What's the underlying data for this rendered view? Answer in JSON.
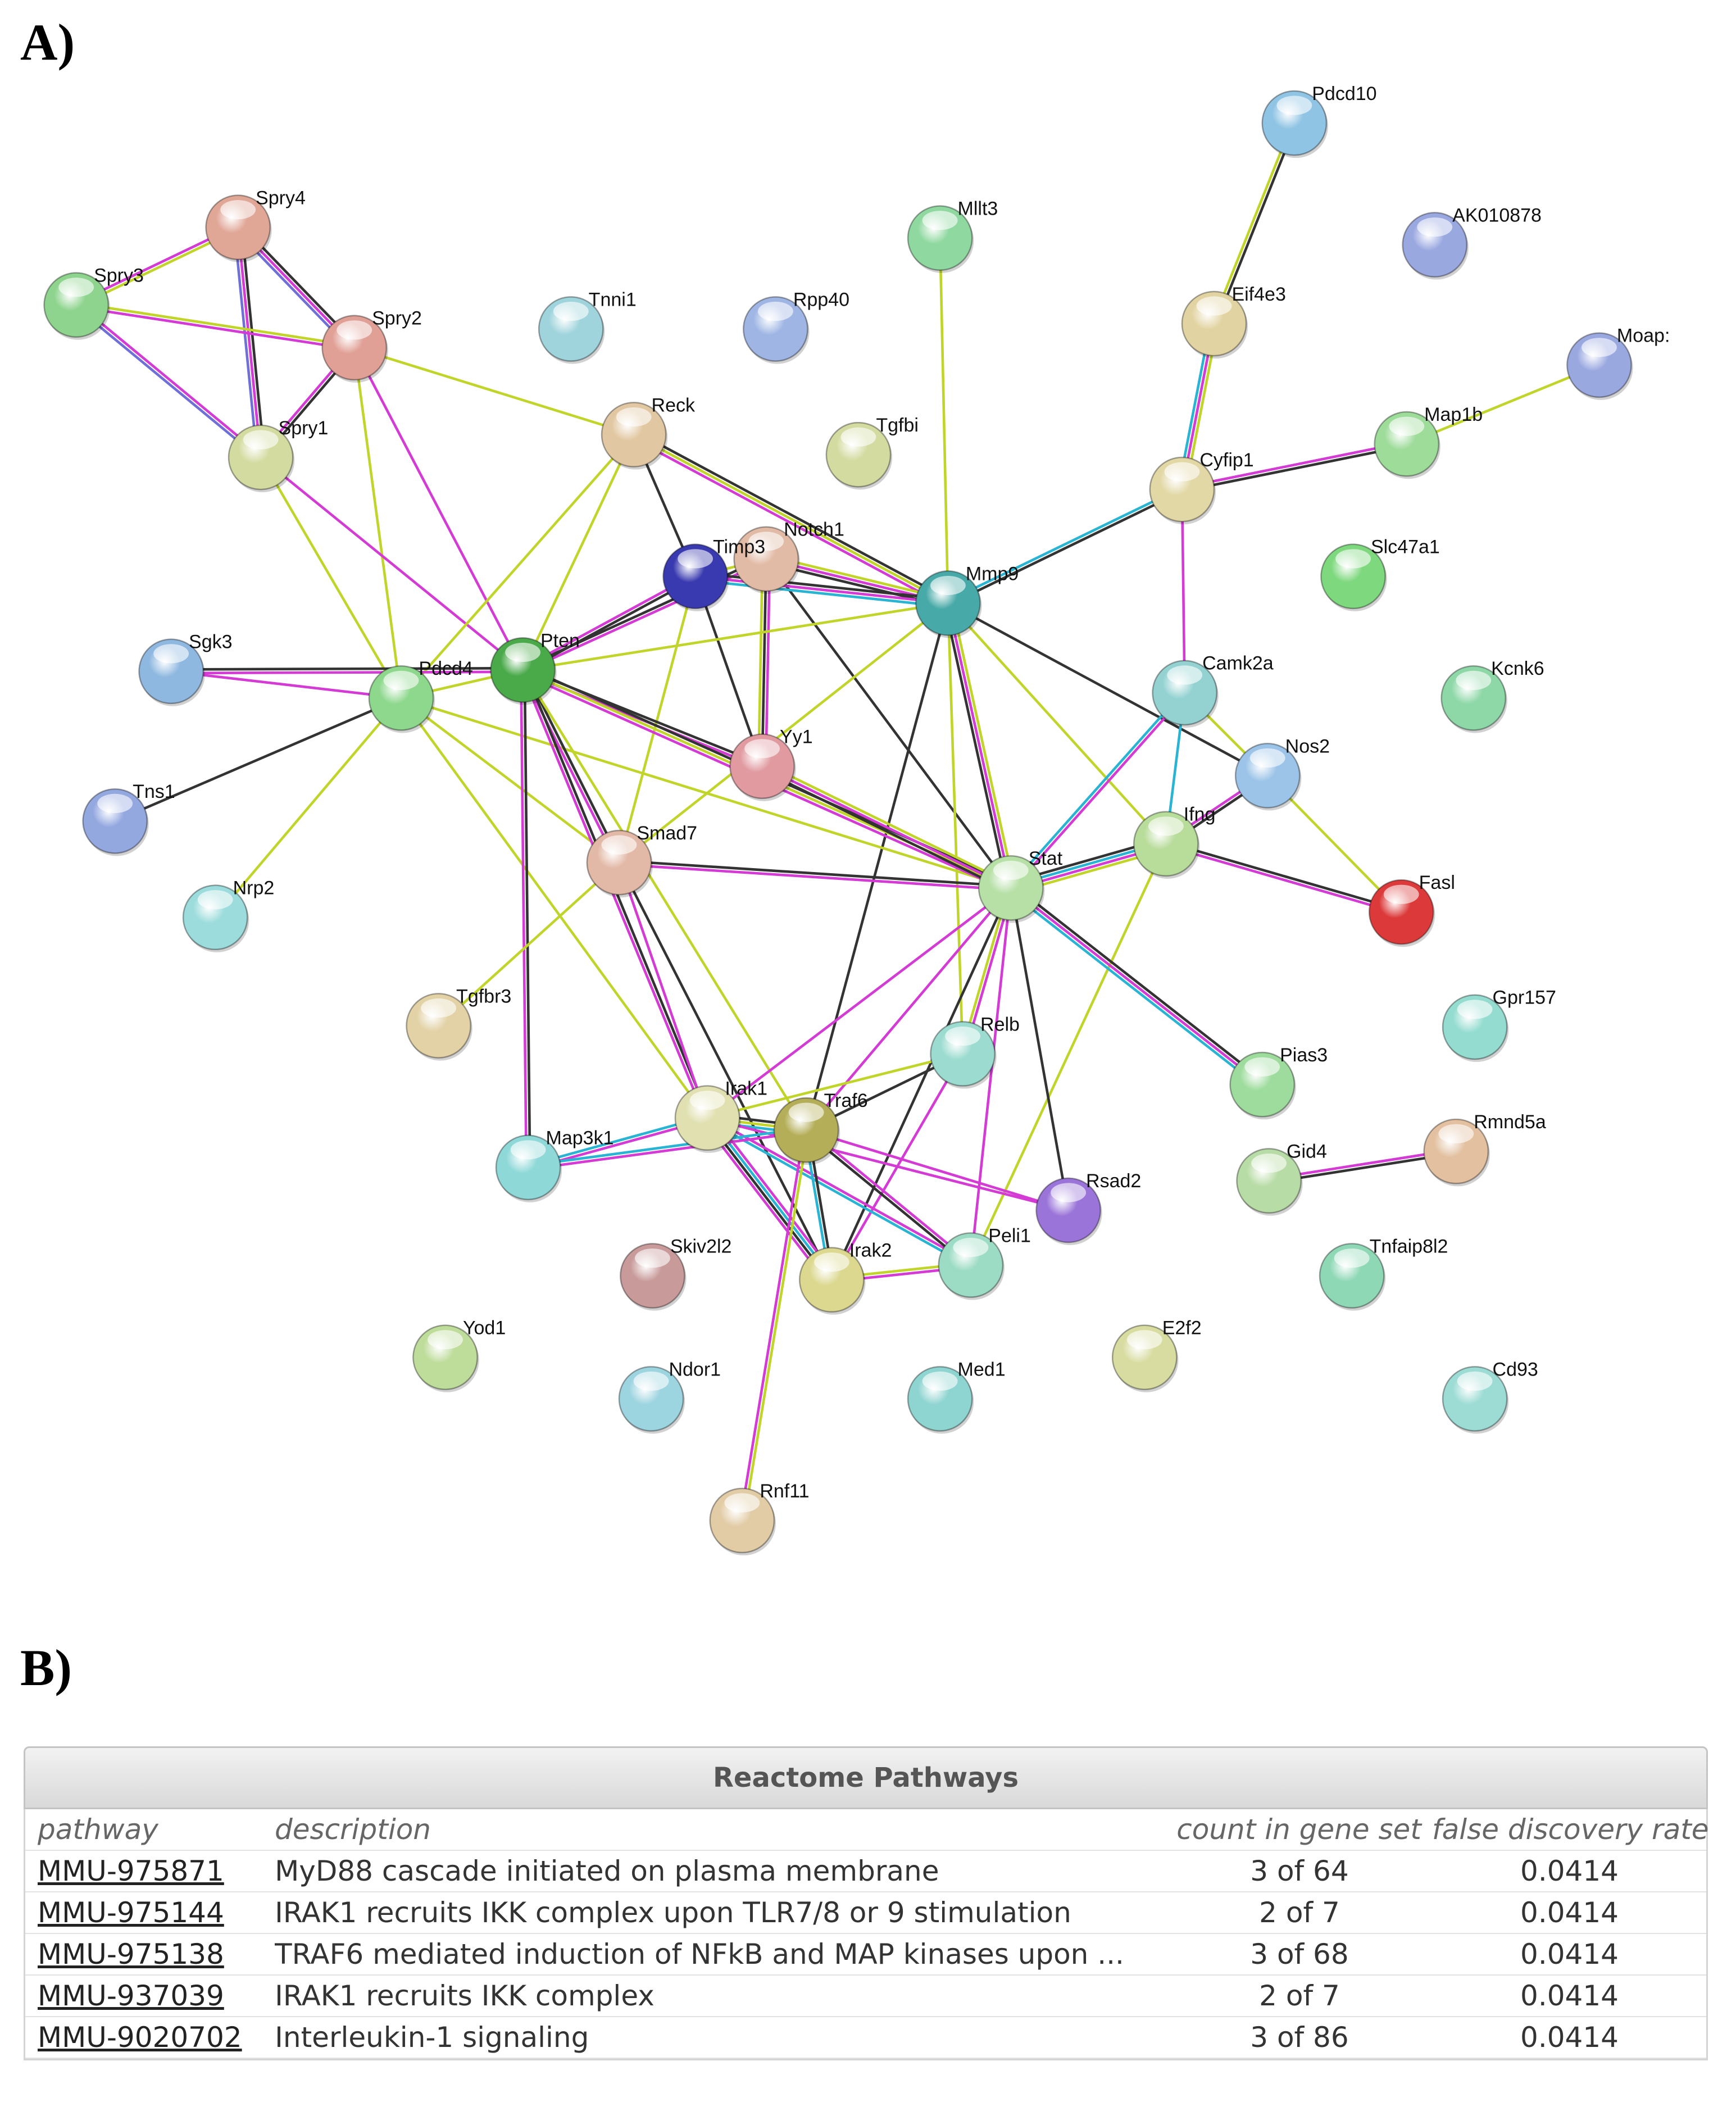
{
  "panel_a_label": "A)",
  "panel_b_label": "B)",
  "network": {
    "nodes": [
      {
        "id": "Spry4",
        "label": "Spry4",
        "color": "#e0a696"
      },
      {
        "id": "Spry3",
        "label": "Spry3",
        "color": "#8ed48e"
      },
      {
        "id": "Spry2",
        "label": "Spry2",
        "color": "#e0a096"
      },
      {
        "id": "Spry1",
        "label": "Spry1",
        "color": "#d4dba0"
      },
      {
        "id": "Tnni1",
        "label": "Tnni1",
        "color": "#9fd4dc"
      },
      {
        "id": "Rpp40",
        "label": "Rpp40",
        "color": "#9fb6e4"
      },
      {
        "id": "Mllt3",
        "label": "Mllt3",
        "color": "#8fd8a0"
      },
      {
        "id": "Pdcd10",
        "label": "Pdcd10",
        "color": "#8fc4e4"
      },
      {
        "id": "AK010878",
        "label": "AK010878",
        "color": "#9aa8e0"
      },
      {
        "id": "Eif4e3",
        "label": "Eif4e3",
        "color": "#e2d4a2"
      },
      {
        "id": "Moap",
        "label": "Moap:",
        "color": "#9aa8e0"
      },
      {
        "id": "Reck",
        "label": "Reck",
        "color": "#e2c8a2"
      },
      {
        "id": "Tgfbi",
        "label": "Tgfbi",
        "color": "#d4dba0"
      },
      {
        "id": "Map1b",
        "label": "Map1b",
        "color": "#9edc9a"
      },
      {
        "id": "Cyfip1",
        "label": "Cyfip1",
        "color": "#e2d8a6"
      },
      {
        "id": "Notch1",
        "label": "Notch1",
        "color": "#e2bba6"
      },
      {
        "id": "Timp3",
        "label": "Timp3",
        "color": "#3a3ab0"
      },
      {
        "id": "Mmp9",
        "label": "Mmp9",
        "color": "#48aaa8"
      },
      {
        "id": "Slc47a1",
        "label": "Slc47a1",
        "color": "#7ed87e"
      },
      {
        "id": "Sgk3",
        "label": "Sgk3",
        "color": "#8fb8e0"
      },
      {
        "id": "Pdcd4",
        "label": "Pdcd4",
        "color": "#8ed88e"
      },
      {
        "id": "Pten",
        "label": "Pten",
        "color": "#4aaa4a"
      },
      {
        "id": "Camk2a",
        "label": "Camk2a",
        "color": "#94d2d2"
      },
      {
        "id": "Kcnk6",
        "label": "Kcnk6",
        "color": "#8ed8a8"
      },
      {
        "id": "Yy1",
        "label": "Yy1",
        "color": "#e09aa0"
      },
      {
        "id": "Nos2",
        "label": "Nos2",
        "color": "#9cc4e8"
      },
      {
        "id": "Tns1",
        "label": "Tns1",
        "color": "#94a8e0"
      },
      {
        "id": "Ifng",
        "label": "Ifng",
        "color": "#b8dc9a"
      },
      {
        "id": "Smad7",
        "label": "Smad7",
        "color": "#e2b8a6"
      },
      {
        "id": "Stat",
        "label": "Stat",
        "color": "#b6e0a6"
      },
      {
        "id": "Fasl",
        "label": "Fasl",
        "color": "#dc3a3a"
      },
      {
        "id": "Nrp2",
        "label": "Nrp2",
        "color": "#9cdcdc"
      },
      {
        "id": "Gpr157",
        "label": "Gpr157",
        "color": "#94dcd0"
      },
      {
        "id": "Tgfbr3",
        "label": "Tgfbr3",
        "color": "#e2d2a6"
      },
      {
        "id": "Relb",
        "label": "Relb",
        "color": "#9cdcd0"
      },
      {
        "id": "Pias3",
        "label": "Pias3",
        "color": "#9edc9e"
      },
      {
        "id": "Irak1",
        "label": "Irak1",
        "color": "#e0e0b0"
      },
      {
        "id": "Traf6",
        "label": "Traf6",
        "color": "#b4ae58"
      },
      {
        "id": "Rmnd5a",
        "label": "Rmnd5a",
        "color": "#e2c0a0"
      },
      {
        "id": "Map3k1",
        "label": "Map3k1",
        "color": "#8ed8d8"
      },
      {
        "id": "Gid4",
        "label": "Gid4",
        "color": "#b8dca6"
      },
      {
        "id": "Rsad2",
        "label": "Rsad2",
        "color": "#9a74d8"
      },
      {
        "id": "Skiv2l2",
        "label": "Skiv2l2",
        "color": "#c89a9a"
      },
      {
        "id": "Irak2",
        "label": "Irak2",
        "color": "#dcd890"
      },
      {
        "id": "Peli1",
        "label": "Peli1",
        "color": "#9cdcc4"
      },
      {
        "id": "Tnfaip8l2",
        "label": "Tnfaip8l2",
        "color": "#8ed8b6"
      },
      {
        "id": "Yod1",
        "label": "Yod1",
        "color": "#bedc9a"
      },
      {
        "id": "E2f2",
        "label": "E2f2",
        "color": "#d8dca0"
      },
      {
        "id": "Ndor1",
        "label": "Ndor1",
        "color": "#9cd4e0"
      },
      {
        "id": "Med1",
        "label": "Med1",
        "color": "#8ed4d0"
      },
      {
        "id": "Cd93",
        "label": "Cd93",
        "color": "#9cdcd4"
      },
      {
        "id": "Rnf11",
        "label": "Rnf11",
        "color": "#e2cca6"
      }
    ],
    "edges": [
      [
        "Spry4",
        "Spry3",
        "yp"
      ],
      [
        "Spry4",
        "Spry2",
        "kpb"
      ],
      [
        "Spry4",
        "Spry1",
        "kpb"
      ],
      [
        "Spry3",
        "Spry2",
        "yp"
      ],
      [
        "Spry3",
        "Spry1",
        "pb"
      ],
      [
        "Spry2",
        "Spry1",
        "kp"
      ],
      [
        "Spry2",
        "Reck",
        "y"
      ],
      [
        "Spry2",
        "Pten",
        "p"
      ],
      [
        "Spry2",
        "Pdcd4",
        "y"
      ],
      [
        "Spry1",
        "Pten",
        "p"
      ],
      [
        "Spry1",
        "Pdcd4",
        "y"
      ],
      [
        "Pdcd10",
        "Eif4e3",
        "ky"
      ],
      [
        "Mllt3",
        "Mmp9",
        "y"
      ],
      [
        "Eif4e3",
        "Cyfip1",
        "ypc"
      ],
      [
        "Moap",
        "Map1b",
        "y"
      ],
      [
        "Map1b",
        "Cyfip1",
        "kp"
      ],
      [
        "Reck",
        "Mmp9",
        "kyp"
      ],
      [
        "Reck",
        "Timp3",
        "k"
      ],
      [
        "Reck",
        "Pten",
        "y"
      ],
      [
        "Reck",
        "Pdcd4",
        "y"
      ],
      [
        "Cyfip1",
        "Mmp9",
        "kc"
      ],
      [
        "Cyfip1",
        "Camk2a",
        "p"
      ],
      [
        "Notch1",
        "Timp3",
        "y"
      ],
      [
        "Notch1",
        "Mmp9",
        "ypk"
      ],
      [
        "Notch1",
        "Pten",
        "pk"
      ],
      [
        "Notch1",
        "Yy1",
        "pky"
      ],
      [
        "Notch1",
        "Stat",
        "k"
      ],
      [
        "Timp3",
        "Mmp9",
        "kpc"
      ],
      [
        "Timp3",
        "Pten",
        "kp"
      ],
      [
        "Timp3",
        "Smad7",
        "y"
      ],
      [
        "Timp3",
        "Yy1",
        "k"
      ],
      [
        "Mmp9",
        "Pten",
        "y"
      ],
      [
        "Mmp9",
        "Stat",
        "ypk"
      ],
      [
        "Mmp9",
        "Smad7",
        "y"
      ],
      [
        "Mmp9",
        "Relb",
        "y"
      ],
      [
        "Mmp9",
        "Traf6",
        "k"
      ],
      [
        "Mmp9",
        "Nos2",
        "k"
      ],
      [
        "Mmp9",
        "Ifng",
        "y"
      ],
      [
        "Sgk3",
        "Pdcd4",
        "p"
      ],
      [
        "Sgk3",
        "Pten",
        "kp"
      ],
      [
        "Pdcd4",
        "Pten",
        "y"
      ],
      [
        "Pdcd4",
        "Tns1",
        "k"
      ],
      [
        "Pdcd4",
        "Nrp2",
        "y"
      ],
      [
        "Pdcd4",
        "Stat",
        "y"
      ],
      [
        "Pdcd4",
        "Smad7",
        "y"
      ],
      [
        "Pdcd4",
        "Irak1",
        "y"
      ],
      [
        "Pten",
        "Yy1",
        "kp"
      ],
      [
        "Pten",
        "Smad7",
        "kp"
      ],
      [
        "Pten",
        "Map3k1",
        "kp"
      ],
      [
        "Pten",
        "Stat",
        "kyp"
      ],
      [
        "Pten",
        "Irak1",
        "kp"
      ],
      [
        "Pten",
        "Traf6",
        "y"
      ],
      [
        "Camk2a",
        "Nos2",
        "y"
      ],
      [
        "Camk2a",
        "Stat",
        "pc"
      ],
      [
        "Camk2a",
        "Ifng",
        "c"
      ],
      [
        "Yy1",
        "Stat",
        "ypk"
      ],
      [
        "Nos2",
        "Ifng",
        "kp"
      ],
      [
        "Nos2",
        "Fasl",
        "y"
      ],
      [
        "Ifng",
        "Stat",
        "ypck"
      ],
      [
        "Ifng",
        "Fasl",
        "kp"
      ],
      [
        "Ifng",
        "Peli1",
        "y"
      ],
      [
        "Smad7",
        "Stat",
        "kp"
      ],
      [
        "Smad7",
        "Tgfbr3",
        "y"
      ],
      [
        "Smad7",
        "Irak1",
        "p"
      ],
      [
        "Smad7",
        "Irak2",
        "k"
      ],
      [
        "Stat",
        "Pias3",
        "kpc"
      ],
      [
        "Stat",
        "Relb",
        "py"
      ],
      [
        "Stat",
        "Rsad2",
        "k"
      ],
      [
        "Stat",
        "Irak1",
        "p"
      ],
      [
        "Stat",
        "Traf6",
        "p"
      ],
      [
        "Stat",
        "Peli1",
        "p"
      ],
      [
        "Stat",
        "Irak2",
        "k"
      ],
      [
        "Relb",
        "Irak1",
        "y"
      ],
      [
        "Relb",
        "Traf6",
        "k"
      ],
      [
        "Relb",
        "Irak2",
        "p"
      ],
      [
        "Irak1",
        "Traf6",
        "kyc"
      ],
      [
        "Irak1",
        "Map3k1",
        "pc"
      ],
      [
        "Irak1",
        "Irak2",
        "pckp"
      ],
      [
        "Irak1",
        "Peli1",
        "pc"
      ],
      [
        "Irak1",
        "Rsad2",
        "p"
      ],
      [
        "Traf6",
        "Map3k1",
        "pc"
      ],
      [
        "Traf6",
        "Irak2",
        "kc"
      ],
      [
        "Traf6",
        "Peli1",
        "pk"
      ],
      [
        "Traf6",
        "Rsad2",
        "p"
      ],
      [
        "Traf6",
        "Rnf11",
        "yp"
      ],
      [
        "Irak2",
        "Peli1",
        "yp"
      ],
      [
        "Rmnd5a",
        "Gid4",
        "kp"
      ]
    ]
  },
  "reactome": {
    "title": "Reactome Pathways",
    "columns": {
      "pathway": "pathway",
      "description": "description",
      "count": "count in gene set",
      "fdr": "false discovery rate"
    },
    "rows": [
      {
        "pathway": "MMU-975871",
        "description": "MyD88 cascade initiated on plasma membrane",
        "count": "3 of 64",
        "fdr": "0.0414"
      },
      {
        "pathway": "MMU-975144",
        "description": "IRAK1 recruits IKK complex upon TLR7/8 or 9 stimulation",
        "count": "2 of 7",
        "fdr": "0.0414"
      },
      {
        "pathway": "MMU-975138",
        "description": "TRAF6 mediated induction of NFkB and MAP kinases upon ...",
        "count": "3 of 68",
        "fdr": "0.0414"
      },
      {
        "pathway": "MMU-937039",
        "description": "IRAK1 recruits IKK complex",
        "count": "2 of 7",
        "fdr": "0.0414"
      },
      {
        "pathway": "MMU-9020702",
        "description": "Interleukin-1 signaling",
        "count": "3 of 86",
        "fdr": "0.0414"
      }
    ]
  }
}
